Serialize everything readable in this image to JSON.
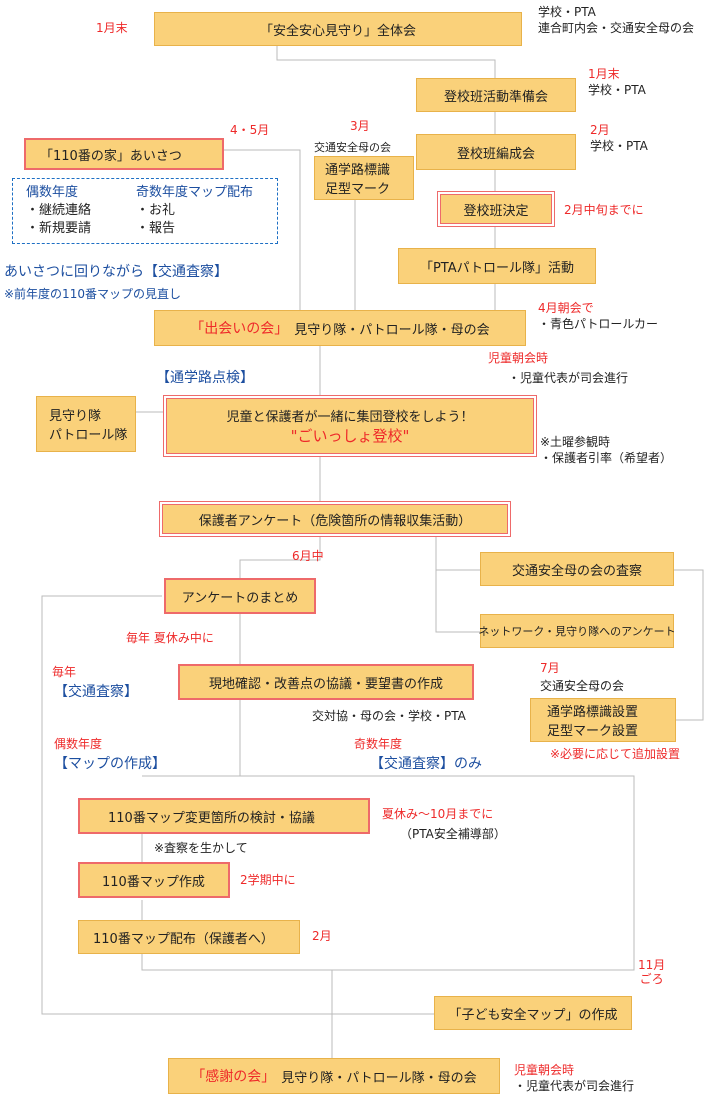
{
  "colors": {
    "box_fill": "#fad17a",
    "accent_red": "#ee2a2a",
    "accent_blue": "#1d4fa0",
    "line": "#bbbbbb"
  },
  "s1": {
    "box": "「安全安心見守り」全体会",
    "when": "1月末",
    "who1": "学校・PTA",
    "who2": "連合町内会・交通安全母の会"
  },
  "s2": {
    "box": "登校班活動準備会",
    "when": "1月末",
    "who": "学校・PTA"
  },
  "s3": {
    "box": "登校班編成会",
    "when": "2月",
    "who": "学校・PTA"
  },
  "s3b": {
    "when": "3月",
    "org": "交通安全母の会",
    "line1": "通学路標識",
    "line2": "足型マーク"
  },
  "s4": {
    "box": "登校班決定",
    "when": "2月中旬までに"
  },
  "s5": {
    "box": "「PTAパトロール隊」活動"
  },
  "s110": {
    "box": "「110番の家」あいさつ",
    "when": "4・5月",
    "even_title": "偶数年度",
    "even1": "・継続連絡",
    "even2": "・新規要請",
    "odd_title": "奇数年度マップ配布",
    "odd1": "・お礼",
    "odd2": "・報告",
    "note1": "あいさつに回りながら【交通査察】",
    "note2": "※前年度の110番マップの見直し"
  },
  "s6": {
    "box_red": "「出会いの会」",
    "box": "見守り隊・パトロール隊・母の会",
    "when": "4月朝会で",
    "note": "・青色パトロールカー",
    "when2": "児童朝会時",
    "note2": "・児童代表が司会進行"
  },
  "s7": {
    "head": "【通学路点検】",
    "line1": "児童と保護者が一緒に集団登校をしよう！",
    "line2": "\"ごいっしょ登校\"",
    "side1": "見守り隊",
    "side2": "パトロール隊",
    "note1": "※土曜参観時",
    "note2": "・保護者引率（希望者）"
  },
  "s8": {
    "box": "保護者アンケート（危険箇所の情報収集活動）",
    "when": "6月中"
  },
  "s9": {
    "box": "アンケートのまとめ",
    "mother": "交通安全母の会の査察",
    "network": "ネットワーク・見守り隊へのアンケート"
  },
  "s10": {
    "when": "毎年 夏休み中に",
    "box": "現地確認・改善点の協議・要望書の作成",
    "who": "交対協・母の会・学校・PTA",
    "yearly": "毎年",
    "yearly_label": "【交通査察】"
  },
  "s11": {
    "when": "7月",
    "org": "交通安全母の会",
    "line1": "通学路標識設置",
    "line2": "足型マーク設置",
    "note": "※必要に応じて追加設置"
  },
  "s12": {
    "even": "偶数年度",
    "even_label": "【マップの作成】",
    "odd": "奇数年度",
    "odd_label": "【交通査察】のみ"
  },
  "s13": {
    "box": "110番マップ変更箇所の検討・協議",
    "when": "夏休み～10月までに",
    "who": "（PTA安全補導部）",
    "note": "※査察を生かして"
  },
  "s14": {
    "box": "110番マップ作成",
    "when": "2学期中に"
  },
  "s15": {
    "box": "110番マップ配布（保護者へ）",
    "when": "2月"
  },
  "s16": {
    "box": "「子ども安全マップ」の作成",
    "when1": "11月",
    "when2": "ごろ"
  },
  "s17": {
    "box_red": "「感謝の会」",
    "box": "見守り隊・パトロール隊・母の会",
    "when": "児童朝会時",
    "note": "・児童代表が司会進行"
  }
}
